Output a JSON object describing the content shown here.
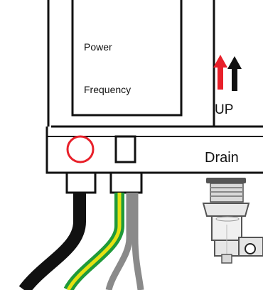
{
  "labels": {
    "power": "Power",
    "frequency": "Frequency",
    "up": "UP",
    "drain": "Drain"
  },
  "icons": {
    "power_indicator": "ring-indicator-icon",
    "frequency_socket": "socket-icon",
    "up_arrows": "double-up-arrow-icon",
    "drain_fitting": "drain-fitting-icon"
  },
  "colors": {
    "outline": "#111111",
    "indicator_red": "#e8202a",
    "arrow_red": "#e8202a",
    "arrow_black": "#111111",
    "cable_black": "#111111",
    "wire_green": "#1f9a3a",
    "wire_yellow": "#e5e012",
    "wire_gray": "#8a8a8a",
    "fitting_light": "#e8e8e8",
    "fitting_dark": "#555555"
  }
}
